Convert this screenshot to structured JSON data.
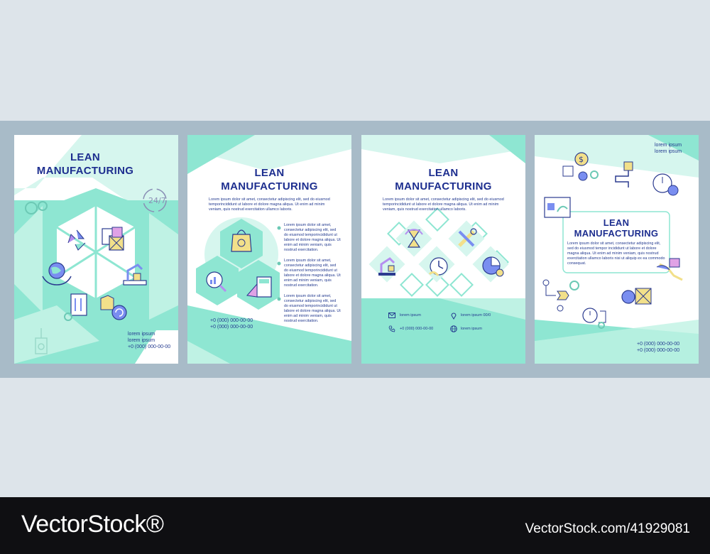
{
  "brochure": {
    "accent_color": "#7fe3cc",
    "title_color": "#1d2e8f",
    "pages": [
      {
        "title_line1": "LEAN",
        "title_line2": "MANUFACTURING",
        "contact": [
          "lorem ipsum",
          "lorem ipsum",
          "+0 (000) 000-00-00"
        ],
        "icons": [
          "gears-icon",
          "24-7-icon",
          "recycle-icon",
          "eco-box-icon",
          "globe-in-hands-icon",
          "robot-arm-icon",
          "control-panel-icon",
          "refresh-clothes-icon",
          "hanger-tool-icon"
        ]
      },
      {
        "title_line1": "LEAN",
        "title_line2": "MANUFACTURING",
        "intro": "Lorem ipsum dolor sit amet, consectetur adipiscing elit, sed do eiusmod temporincididunt ut labore et dolore magna aliqua. Ut enim ad minim veniam, quis nostrud exercitation ullamco laboris.",
        "bullets": [
          "Lorem ipsum dolor sit amet, consectetur adipiscing elit, sed do eiusmod temporincididunt ut labore et dolore magna aliqua. Ut enim ad minim veniam, quis nostrud exercitation.",
          "Lorem ipsum dolor sit amet, consectetur adipiscing elit, sed do eiusmod temporincididunt ut labore et dolore magna aliqua. Ut enim ad minim veniam, quis nostrud exercitation.",
          "Lorem ipsum dolor sit amet, consectetur adipiscing elit, sed do eiusmod temporincididunt ut labore et dolore magna aliqua. Ut enim ad minim veniam, quis nostrud exercitation."
        ],
        "phones": [
          "+0 (000) 000-00-00",
          "+0 (000) 000-00-00"
        ],
        "icons": [
          "eco-bag-icon",
          "analytics-icon",
          "calculator-icon"
        ]
      },
      {
        "title_line1": "LEAN",
        "title_line2": "MANUFACTURING",
        "intro": "Lorem ipsum dolor sit amet, consectetur adipiscing elit, sed do eiusmod temporincididunt ut labore et dolore magna aliqua. Ut enim ad minim veniam, quis nostrud exercitation ullamco laboris.",
        "contacts": {
          "email": "lorem ipsum",
          "location": "lorem ipsum 00/0",
          "phone": "+0 (000) 000-00-00",
          "web": "lorem ipsum"
        },
        "icons": [
          "hourglass-icon",
          "tools-icon",
          "robot-arm-icon",
          "stopwatch-icon",
          "pie-chart-icon"
        ]
      },
      {
        "title_line1": "LEAN",
        "title_line2": "MANUFACTURING",
        "top_text": [
          "lorem ipsum",
          "lorem ipsum"
        ],
        "intro": "Lorem ipsum dolor sit amet, consectetur adipiscing elit, sed do eiusmod tempor incididunt ut labore et dolore magna aliqua. Ut enim ad minim veniam, quis nostrud exercitation ullamco laboris nisi ut aliquip ex ea commodo consequat.",
        "phones": [
          "+0 (000) 000-00-00",
          "+0 (000) 000-00-00"
        ],
        "icons": [
          "dollar-flow-icon",
          "dashboard-icon",
          "route-icon",
          "clock-gear-icon",
          "decline-chart-icon",
          "steps-icon",
          "cycle-clock-icon",
          "gear-box-icon"
        ]
      }
    ]
  },
  "footer": {
    "brand": "VectorStock®",
    "image_id": "VectorStock.com/41929081"
  }
}
